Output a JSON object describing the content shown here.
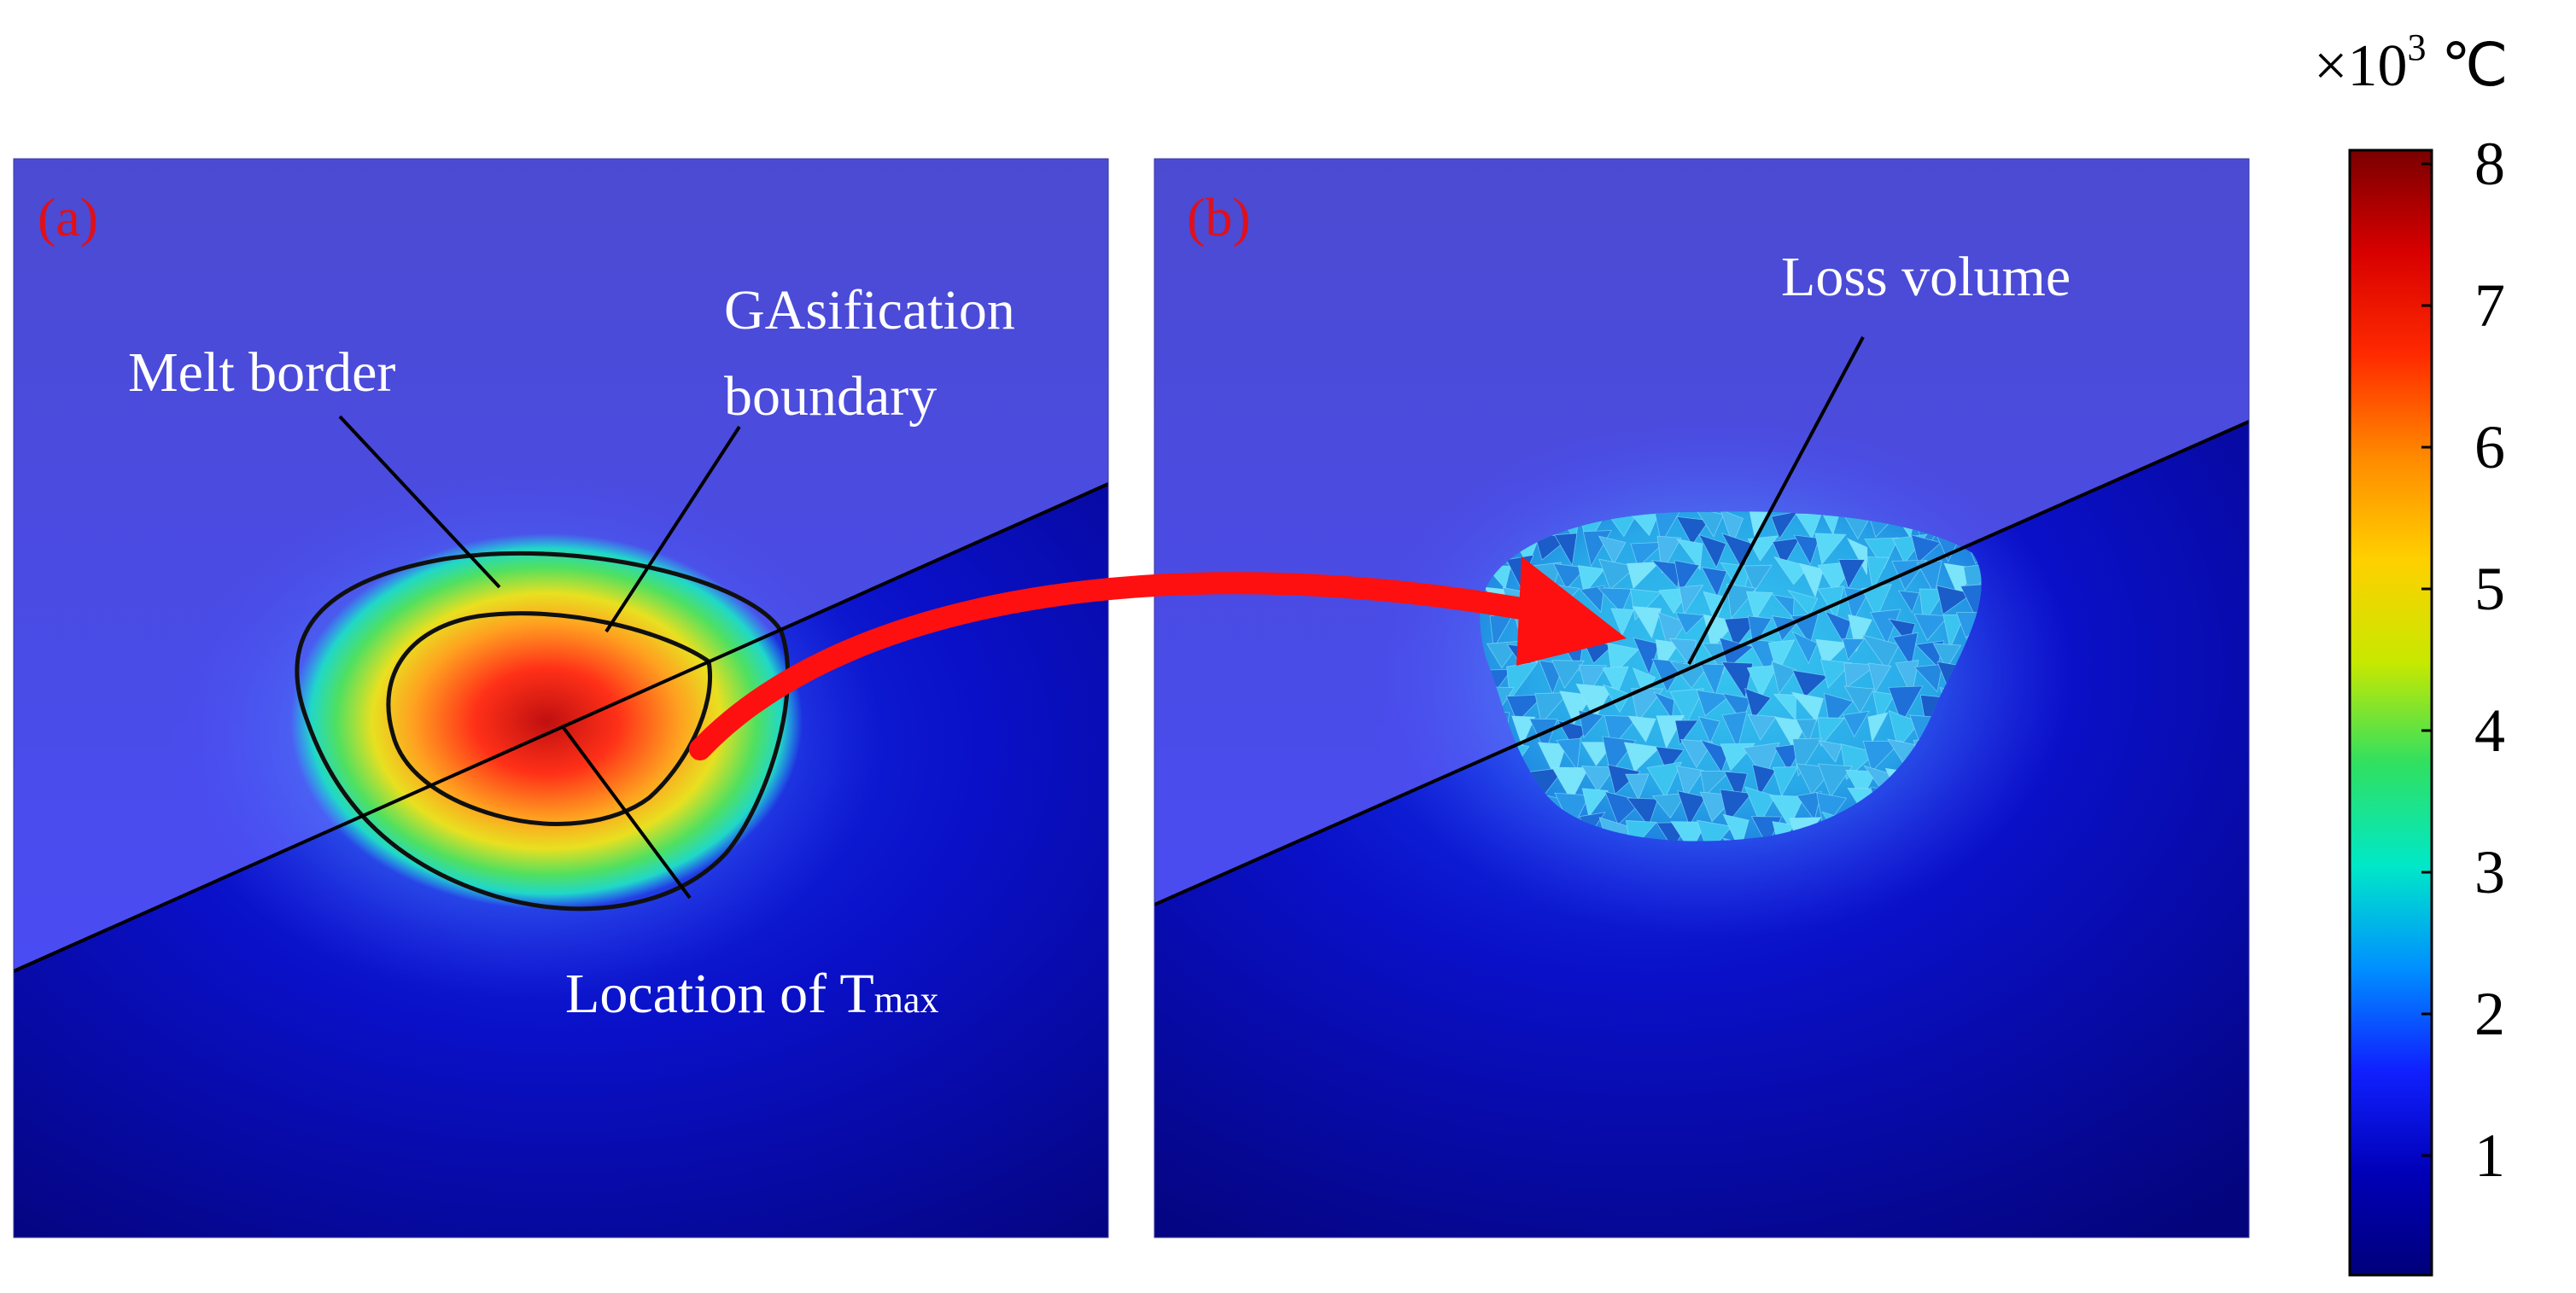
{
  "panel_a": {
    "label": "(a)",
    "melt_border_label": "Melt border",
    "gasification_label_line1": "GAsification",
    "gasification_label_line2": "boundary",
    "tmax_label_prefix": "Location of T",
    "tmax_label_subscript": "max"
  },
  "panel_b": {
    "label": "(b)",
    "loss_volume_label": "Loss volume"
  },
  "colorbar": {
    "unit_prefix": "×10",
    "unit_exponent": "3",
    "unit_suffix": " ℃",
    "ticks": [
      "8",
      "7",
      "6",
      "5",
      "4",
      "3",
      "2",
      "1"
    ],
    "colors": [
      "#7a0000",
      "#d80000",
      "#ff2a00",
      "#ff8a00",
      "#ffd000",
      "#c8e800",
      "#30e060",
      "#00e8c8",
      "#0090ff",
      "#1020ff",
      "#0000b8",
      "#00007a"
    ]
  },
  "colors": {
    "label_red": "#e0101a",
    "background_blue": "#4a4ae8",
    "deep_blue": "#0b0ba8",
    "arrow_red": "#ff1010"
  }
}
